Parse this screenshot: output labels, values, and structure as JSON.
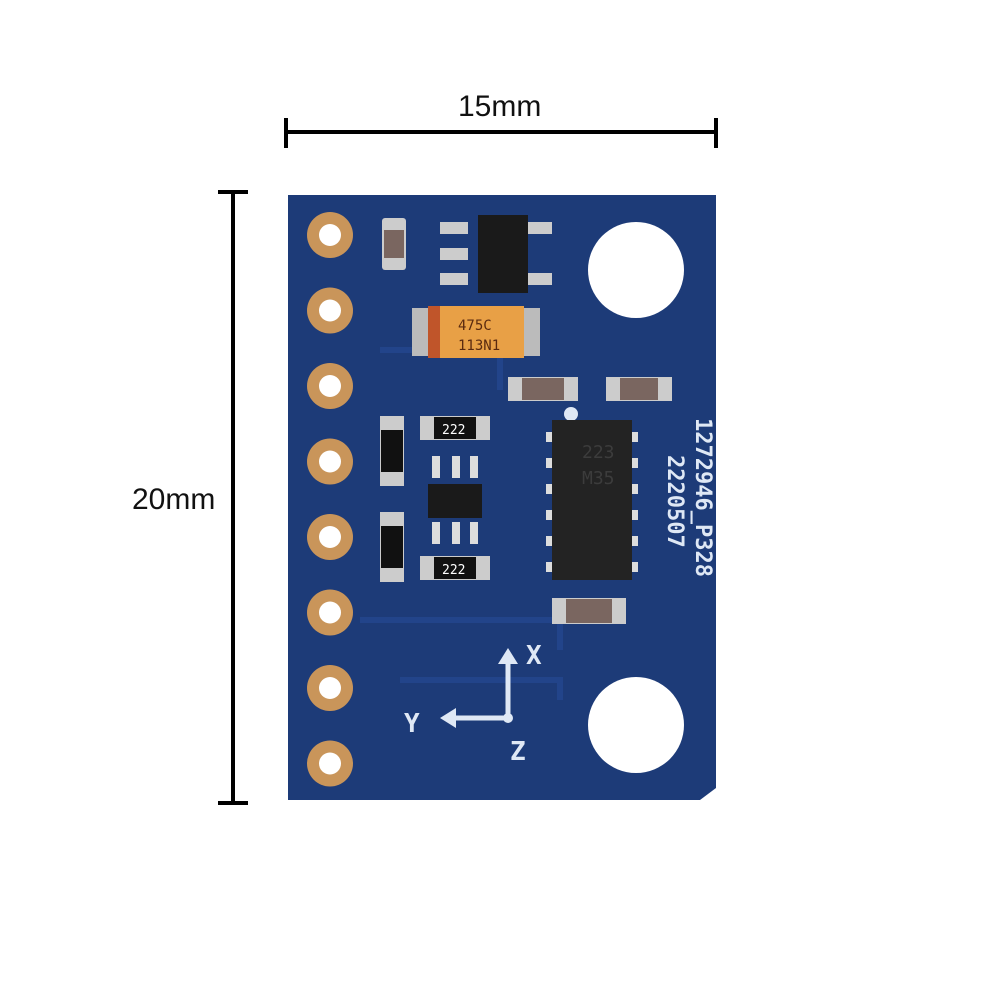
{
  "dimensions": {
    "width_label": "15mm",
    "height_label": "20mm"
  },
  "board": {
    "silkscreen_line1": "1272946_P328",
    "silkscreen_line2": "2220507",
    "tantalum_marking_1": "475C",
    "tantalum_marking_2": "113N1",
    "resistor_marking": "222",
    "ic_marking_1": "223",
    "ic_marking_2": "M35",
    "axis_x": "X",
    "axis_y": "Y",
    "axis_z": "Z",
    "pin_count": 8
  },
  "colors": {
    "pcb": "#1d3b78",
    "pad": "#c9955a",
    "tantalum": "#e8a046"
  }
}
